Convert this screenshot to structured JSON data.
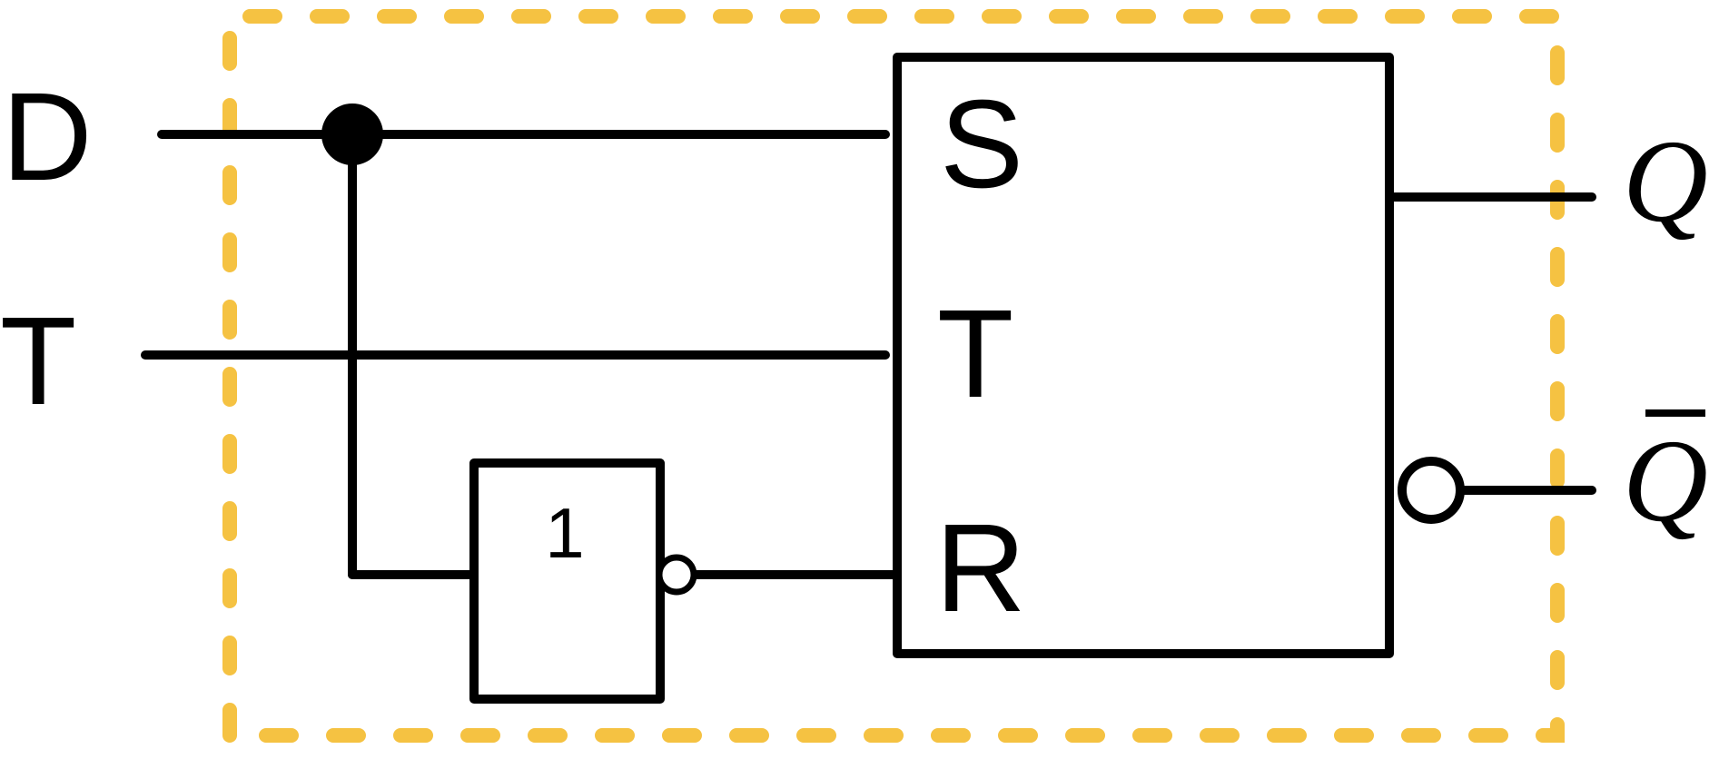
{
  "inputs": {
    "d": "D",
    "t": "T"
  },
  "flipflop": {
    "s": "S",
    "t": "T",
    "r": "R"
  },
  "inverter": {
    "label": "1"
  },
  "outputs": {
    "q": "Q",
    "q_bar": "Q"
  },
  "colors": {
    "boundary": "#F5C242",
    "wire": "#000000",
    "background": "#FFFFFF"
  }
}
